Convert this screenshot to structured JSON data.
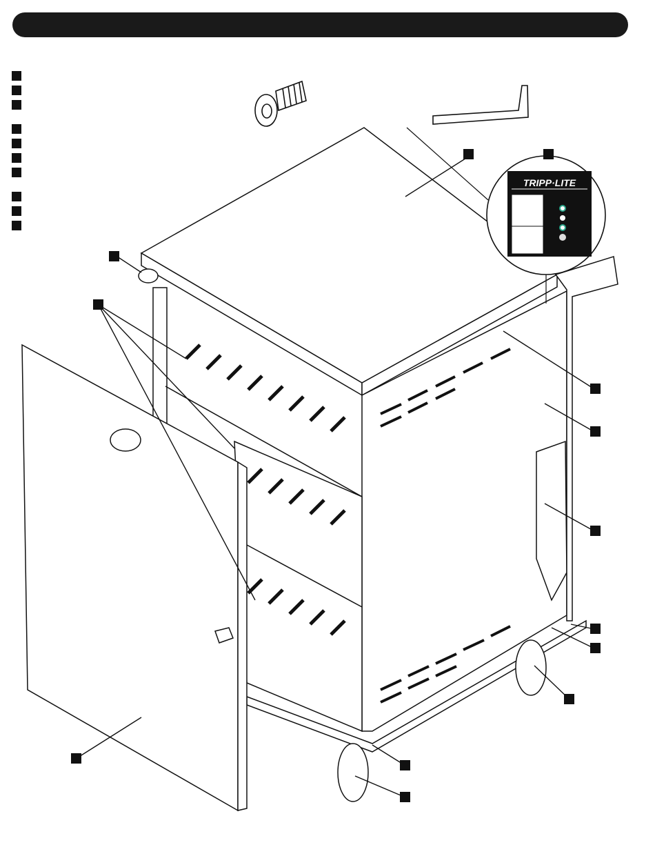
{
  "header": {
    "title": ""
  },
  "colors": {
    "ink": "#111111",
    "bar": "#1a1a1a",
    "panel": "#111111",
    "led": "#2aa58a",
    "paper": "#ffffff"
  },
  "detail_panel": {
    "brand": "TRIPP·LITE"
  },
  "icons": [
    "screw-icon",
    "allen-key-icon"
  ],
  "legend_groups": [
    3,
    4,
    3
  ]
}
